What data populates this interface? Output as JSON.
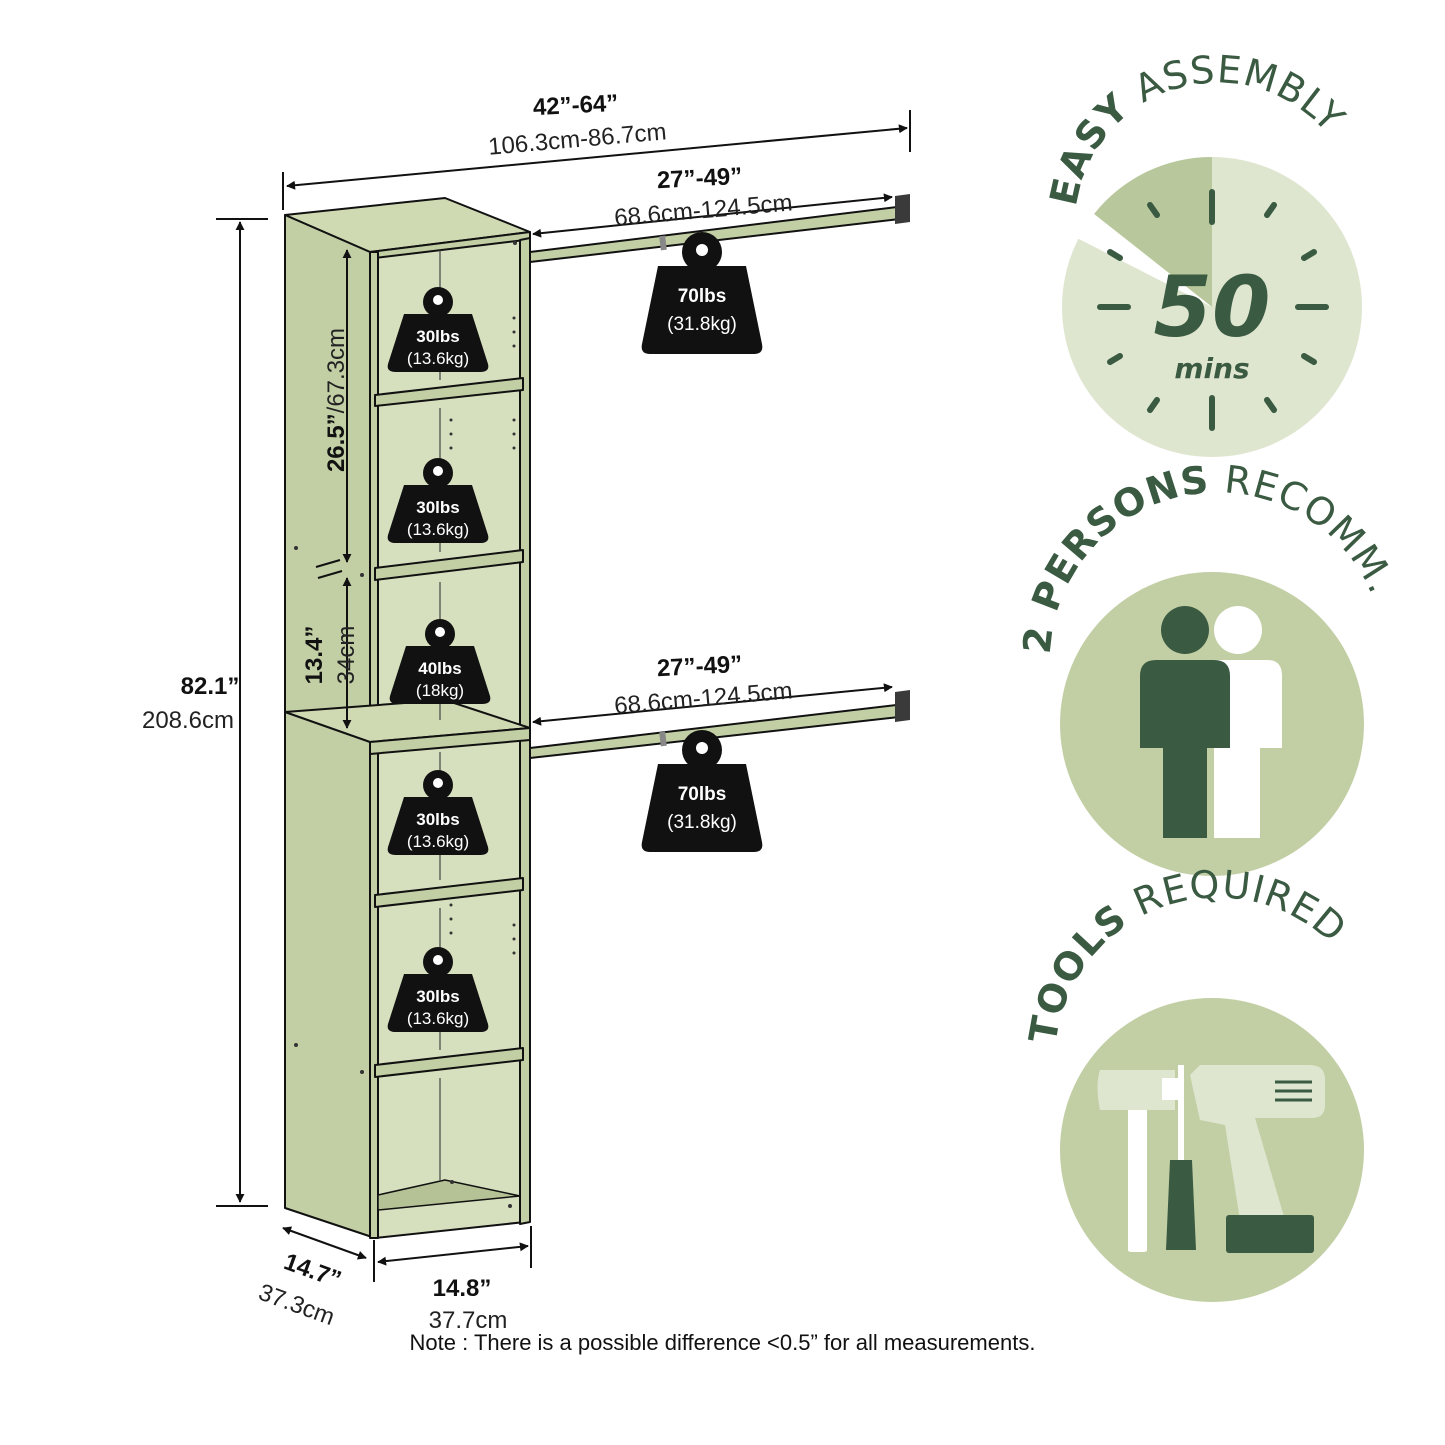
{
  "dimensions": {
    "overall_width": {
      "in": "42”-64”",
      "cm": "106.3cm-86.7cm"
    },
    "rod_top": {
      "in": "27”-49”",
      "cm": "68.6cm-124.5cm"
    },
    "rod_bottom": {
      "in": "27”-49”",
      "cm": "68.6cm-124.5cm"
    },
    "height": {
      "in": "82.1”",
      "cm": "208.6cm"
    },
    "upper_section": {
      "in": "26.5”",
      "cm": "/67.3cm"
    },
    "shelf_gap": {
      "in": "13.4”",
      "cm": "34cm"
    },
    "depth": {
      "in": "14.7”",
      "cm": "37.3cm"
    },
    "width": {
      "in": "14.8”",
      "cm": "37.7cm"
    }
  },
  "weights": {
    "shelf1": {
      "lbs": "30lbs",
      "kg": "(13.6kg)"
    },
    "shelf2": {
      "lbs": "30lbs",
      "kg": "(13.6kg)"
    },
    "shelf3": {
      "lbs": "40lbs",
      "kg": "(18kg)"
    },
    "shelf4": {
      "lbs": "30lbs",
      "kg": "(13.6kg)"
    },
    "shelf5": {
      "lbs": "30lbs",
      "kg": "(13.6kg)"
    },
    "rod_top": {
      "lbs": "70lbs",
      "kg": "(31.8kg)"
    },
    "rod_bottom": {
      "lbs": "70lbs",
      "kg": "(31.8kg)"
    }
  },
  "badges": {
    "assembly": {
      "bold": "EASY",
      "regular": " ASSEMBLY",
      "number": "50",
      "unit": "mins"
    },
    "persons": {
      "bold": "2 PERSONS",
      "regular": " RECOMM."
    },
    "tools": {
      "bold": "TOOLS",
      "regular": " REQUIRED"
    }
  },
  "colors": {
    "wood": "#c2cfa5",
    "dark_green": "#3a5a42",
    "light_green": "#dfe6cf",
    "mid_green": "#b9c89c",
    "black": "#111111"
  },
  "icons": [
    "weight-icon",
    "clock-icon",
    "persons-icon",
    "hammer-icon",
    "screwdriver-icon",
    "drill-icon"
  ],
  "note": "Note : There is a possible difference <0.5” for all measurements."
}
